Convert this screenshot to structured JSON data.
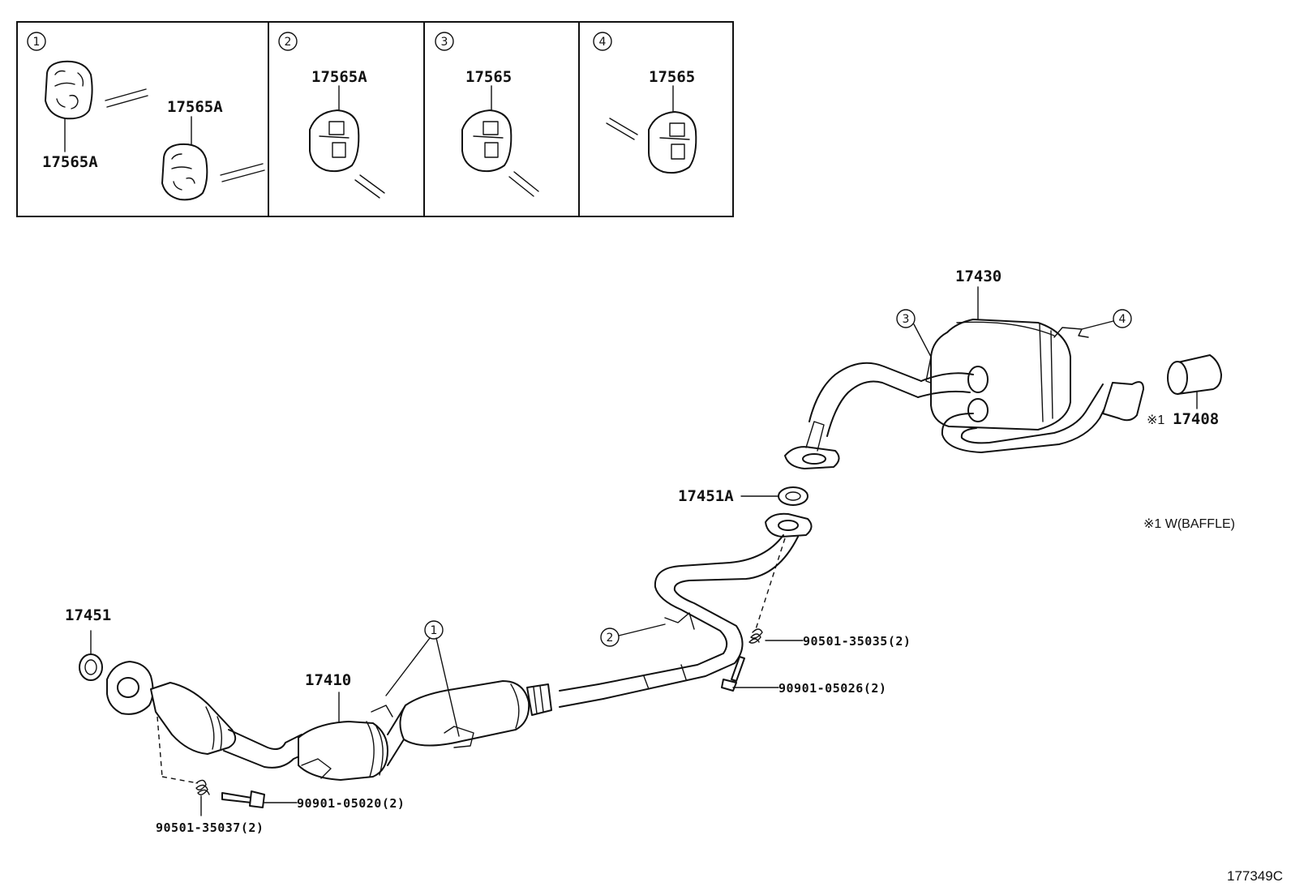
{
  "inset_panels": [
    {
      "ref": "1",
      "labels": [
        "17565A",
        "17565A"
      ]
    },
    {
      "ref": "2",
      "labels": [
        "17565A"
      ]
    },
    {
      "ref": "3",
      "labels": [
        "17565"
      ]
    },
    {
      "ref": "4",
      "labels": [
        "17565"
      ]
    }
  ],
  "parts": {
    "p17430": "17430",
    "p17408": "17408",
    "p17408_mark": "※1",
    "p17451A": "17451A",
    "p17451": "17451",
    "p17410": "17410",
    "p90501_35035": "90501-35035(2)",
    "p90901_05026": "90901-05026(2)",
    "p90901_05020": "90901-05020(2)",
    "p90501_35037": "90501-35037(2)"
  },
  "callouts": {
    "c1": "1",
    "c2": "2",
    "c3": "3",
    "c4": "4"
  },
  "note": "※1 W(BAFFLE)",
  "diagram_code": "177349C"
}
